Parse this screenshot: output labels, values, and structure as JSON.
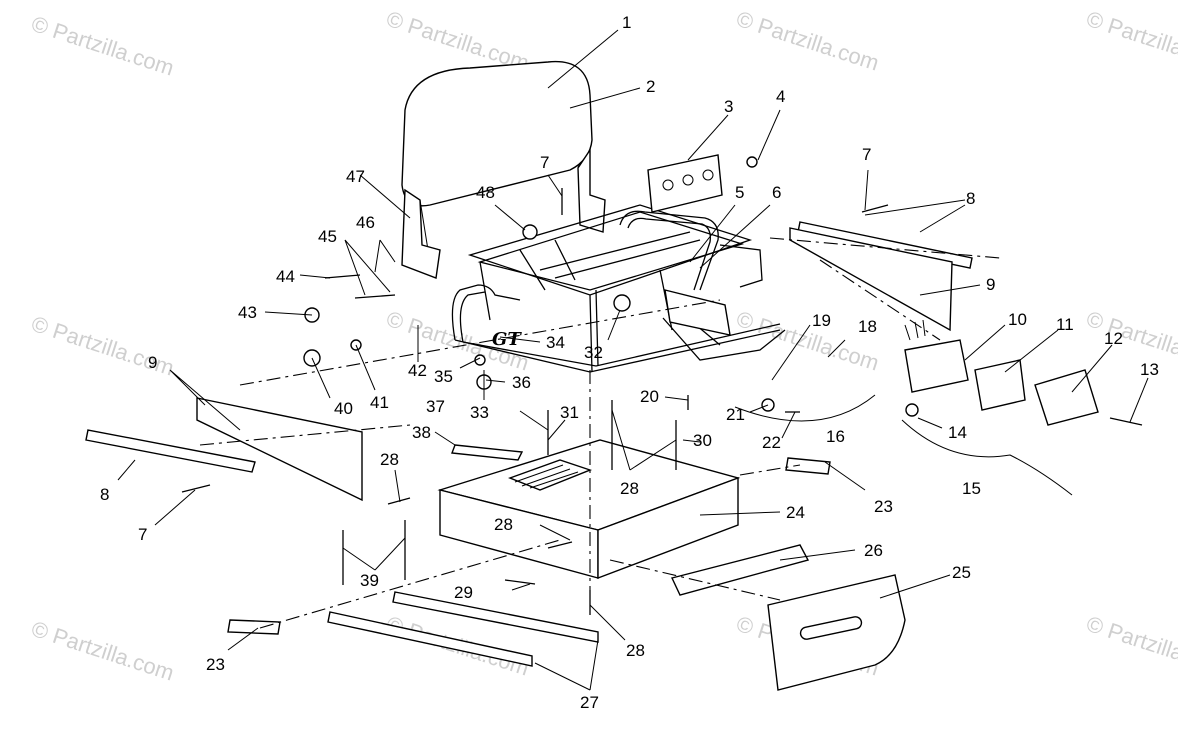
{
  "watermarks": [
    "© Partzilla.com",
    "© Partzilla.com",
    "© Partzilla.com",
    "© Partzilla.com",
    "© Partzilla.com",
    "© Partzilla.com",
    "© Partzilla.com",
    "© Partzilla.com",
    "© Partzilla.com",
    "© Partzilla.com",
    "© Partzilla.com",
    "© Partzilla.com"
  ],
  "handwritten_note": "GT",
  "callouts": [
    "1",
    "2",
    "3",
    "4",
    "5",
    "6",
    "7",
    "7",
    "7",
    "8",
    "8",
    "9",
    "9",
    "10",
    "11",
    "12",
    "13",
    "14",
    "15",
    "16",
    "18",
    "19",
    "20",
    "21",
    "22",
    "23",
    "23",
    "24",
    "25",
    "26",
    "27",
    "28",
    "28",
    "28",
    "28",
    "29",
    "30",
    "31",
    "32",
    "33",
    "34",
    "35",
    "36",
    "37",
    "38",
    "39",
    "40",
    "41",
    "42",
    "43",
    "44",
    "45",
    "46",
    "47",
    "48"
  ]
}
